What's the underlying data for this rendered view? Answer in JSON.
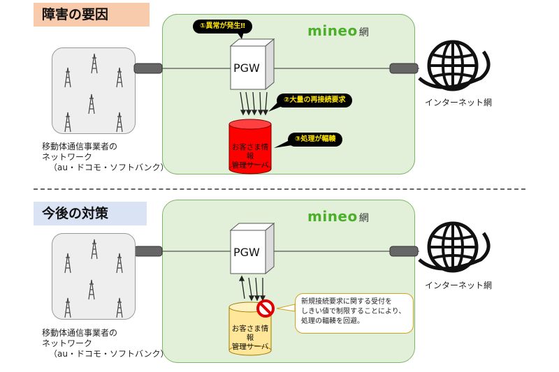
{
  "top": {
    "title": "障害の要因",
    "mineo_brand": "mineo",
    "mineo_suffix": "網",
    "carrier_label_1": "移動体通信事業者の",
    "carrier_label_2": "ネットワーク",
    "carrier_label_3": "（au・ドコモ・ソフトバンク）",
    "pgw": "PGW",
    "server_line1": "お客さま情報",
    "server_line2": "管理サーバ",
    "internet": "インターネット網",
    "callout1": "①異常が発生‼",
    "callout2": "②大量の再接続要求",
    "callout3": "③処理が輻輳"
  },
  "bottom": {
    "title": "今後の対策",
    "mineo_brand": "mineo",
    "mineo_suffix": "網",
    "carrier_label_1": "移動体通信事業者の",
    "carrier_label_2": "ネットワーク",
    "carrier_label_3": "（au・ドコモ・ソフトバンク）",
    "pgw": "PGW",
    "server_line1": "お客さま情報",
    "server_line2": "管理サーバ",
    "internet": "インターネット網",
    "note_line1": "新規接続要求に関する受付を",
    "note_line2": "しきい値で制限することにより、",
    "note_line3": "処理の輻輳を回避。"
  },
  "colors": {
    "server_fault": "#ff0000",
    "server_normal": "#ffe699",
    "panel": "#e2f0d9",
    "mineo_green": "#4caf2a",
    "callout_text": "#ffe600"
  },
  "icons": [
    "cell-tower-icon",
    "globe-icon",
    "prohibited-icon"
  ]
}
